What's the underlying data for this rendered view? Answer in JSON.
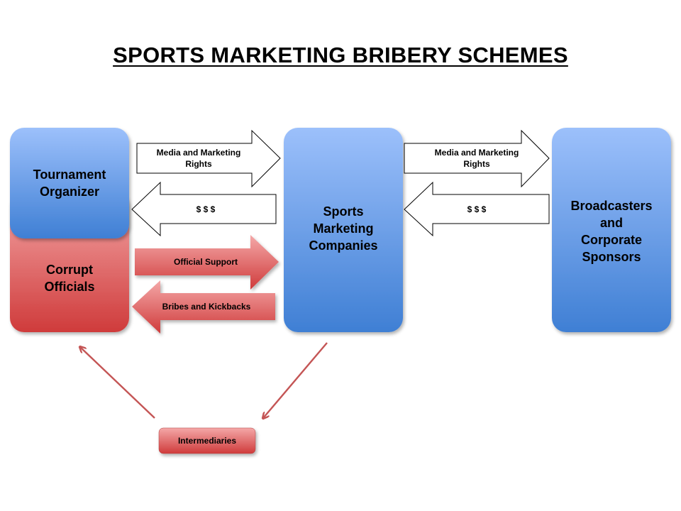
{
  "title": "SPORTS MARKETING BRIBERY SCHEMES",
  "nodes": {
    "tournament_organizer": [
      "Tournament",
      "Organizer"
    ],
    "corrupt_officials": [
      "Corrupt",
      "Officials"
    ],
    "sports_marketing": [
      "Sports",
      "Marketing",
      "Companies"
    ],
    "broadcasters": [
      "Broadcasters",
      "and",
      "Corporate",
      "Sponsors"
    ],
    "intermediaries": "Intermediaries"
  },
  "arrows": {
    "rights_1": [
      "Media and Marketing",
      "Rights"
    ],
    "money_1": "$ $ $",
    "rights_2": [
      "Media and Marketing",
      "Rights"
    ],
    "money_2": "$ $ $",
    "official_support": "Official Support",
    "bribes": "Bribes and Kickbacks"
  },
  "colors": {
    "blue_top": "#9cc0fb",
    "blue_bottom": "#3f7fd4",
    "red_top": "#f4a8a8",
    "red_bottom": "#cf3b3b",
    "connector": "#c45555"
  }
}
